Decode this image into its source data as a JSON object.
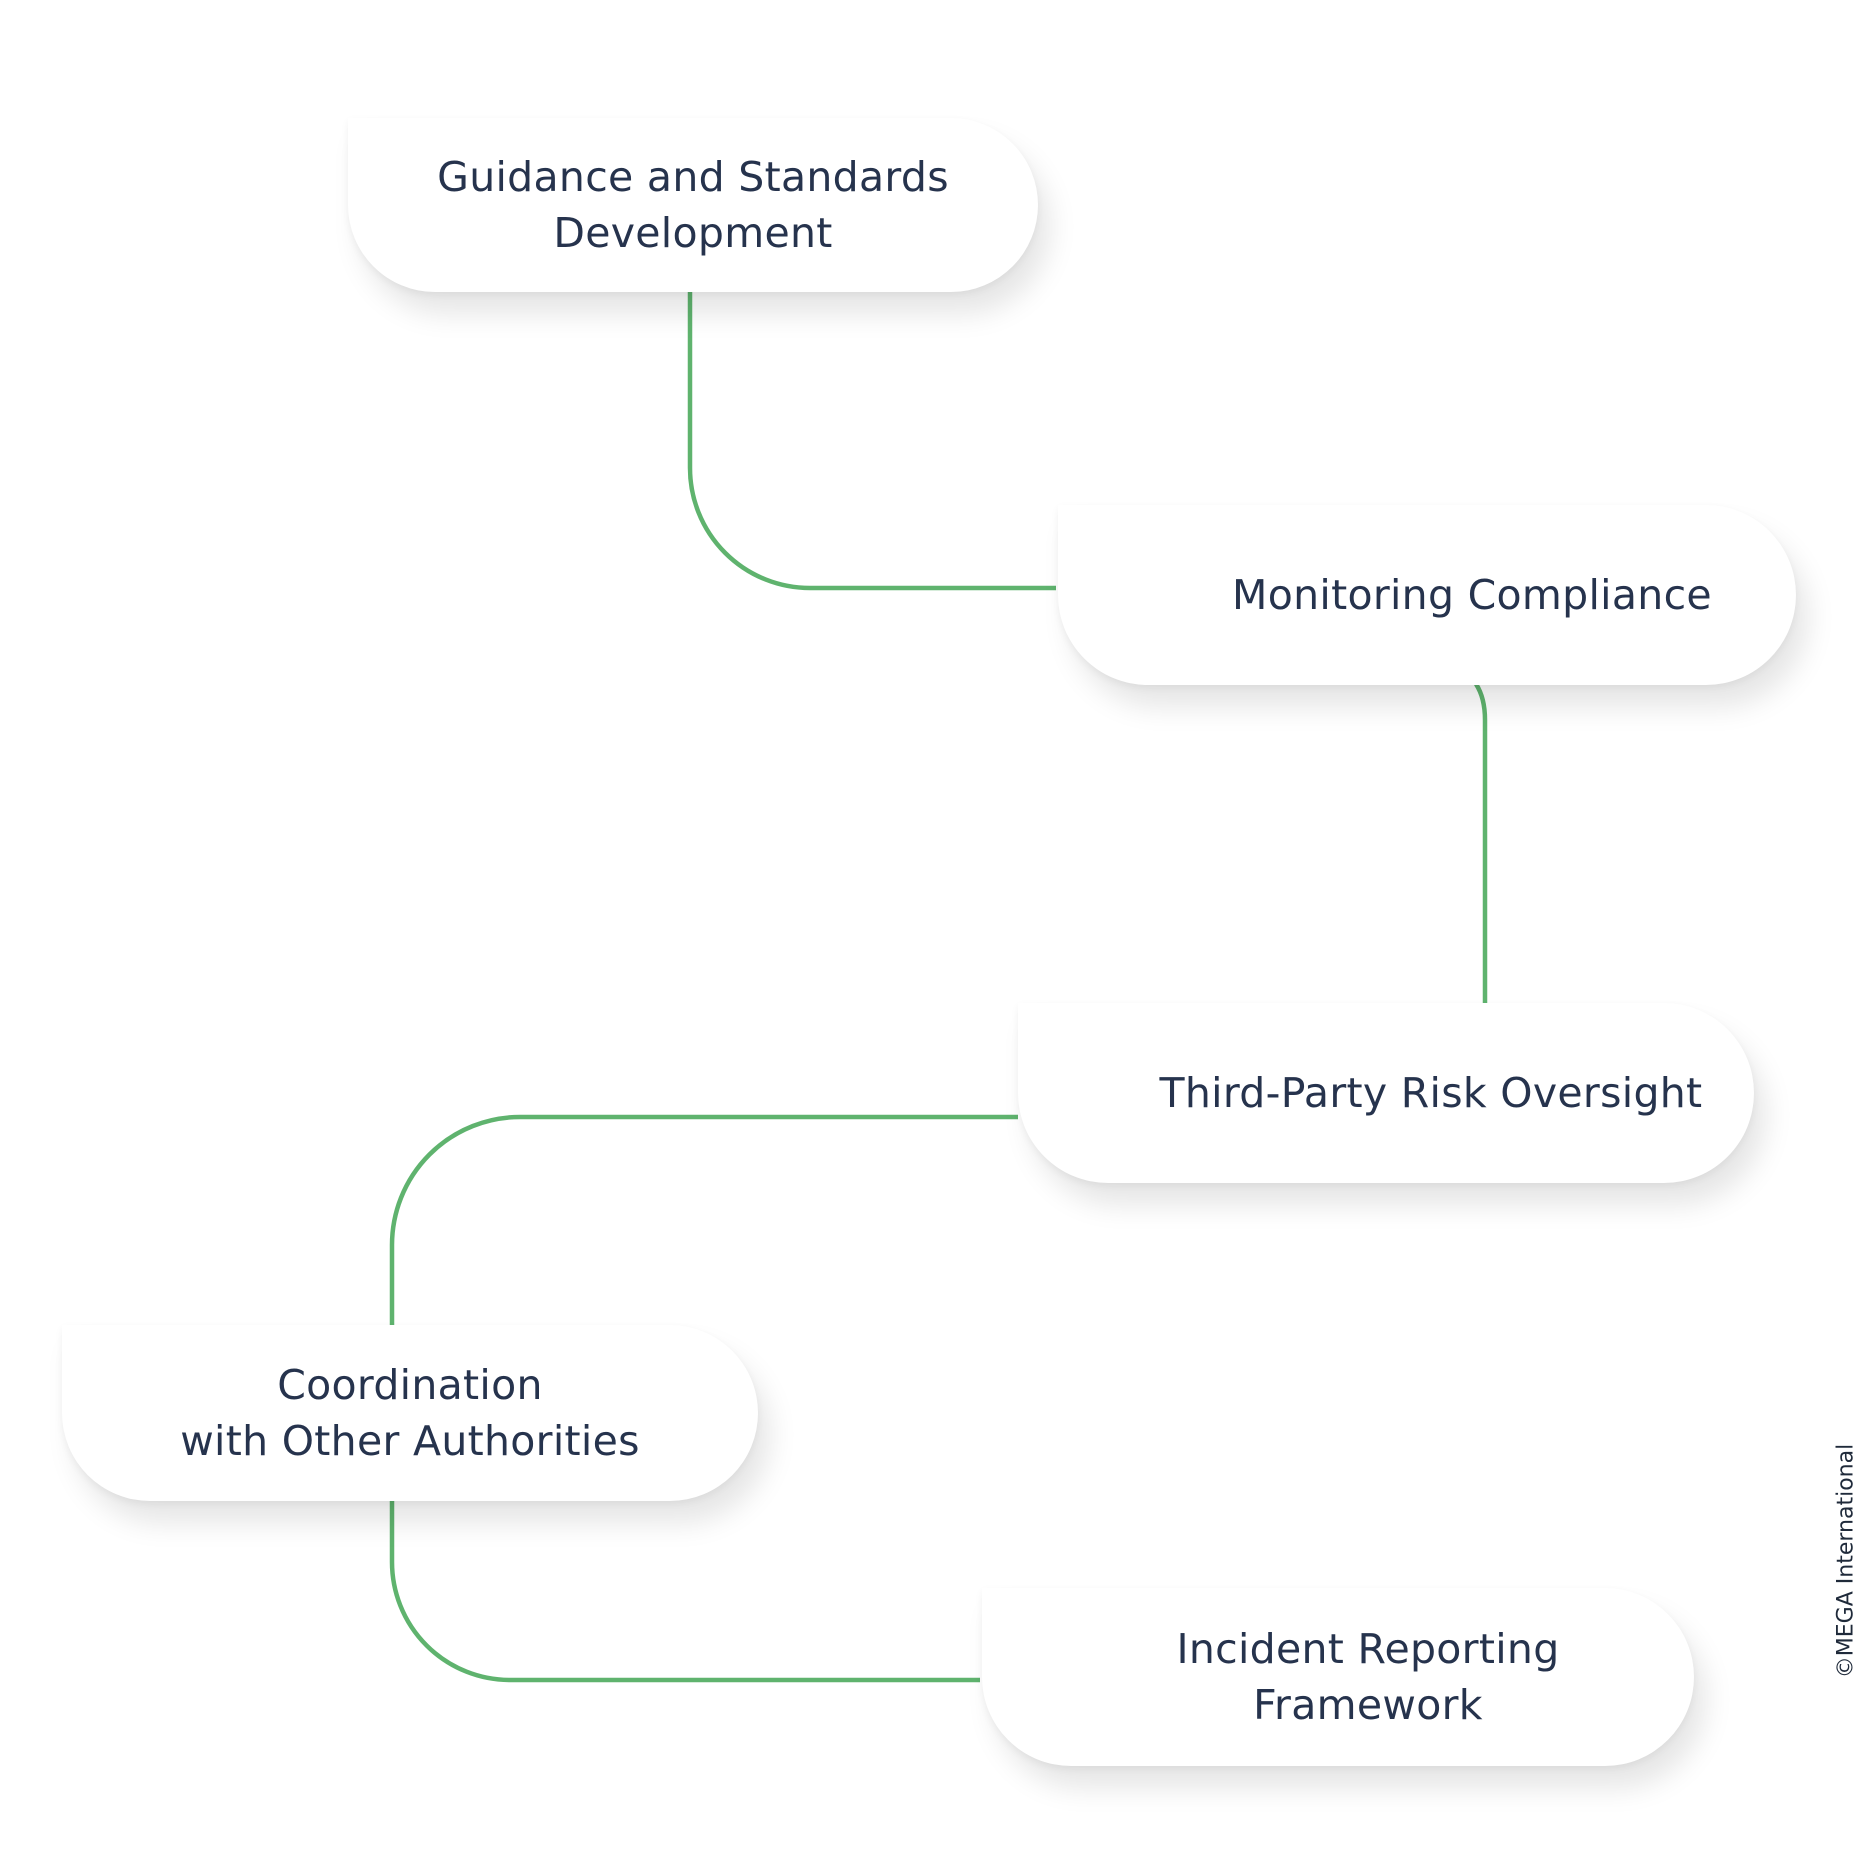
{
  "colors": {
    "connector": "#5fb36e",
    "node_text": "#26334d",
    "node_background": "#ffffff"
  },
  "nodes": [
    {
      "id": "guidance",
      "label": "Guidance and Standards\nDevelopment"
    },
    {
      "id": "monitoring",
      "label": "Monitoring Compliance"
    },
    {
      "id": "thirdparty",
      "label": "Third-Party Risk Oversight"
    },
    {
      "id": "coordination",
      "label": "Coordination\nwith Other Authorities"
    },
    {
      "id": "incident",
      "label": "Incident Reporting\nFramework"
    }
  ],
  "connections": [
    {
      "from": "guidance",
      "to": "monitoring"
    },
    {
      "from": "monitoring",
      "to": "thirdparty"
    },
    {
      "from": "thirdparty",
      "to": "coordination"
    },
    {
      "from": "coordination",
      "to": "incident"
    }
  ],
  "copyright": "©MEGA International"
}
